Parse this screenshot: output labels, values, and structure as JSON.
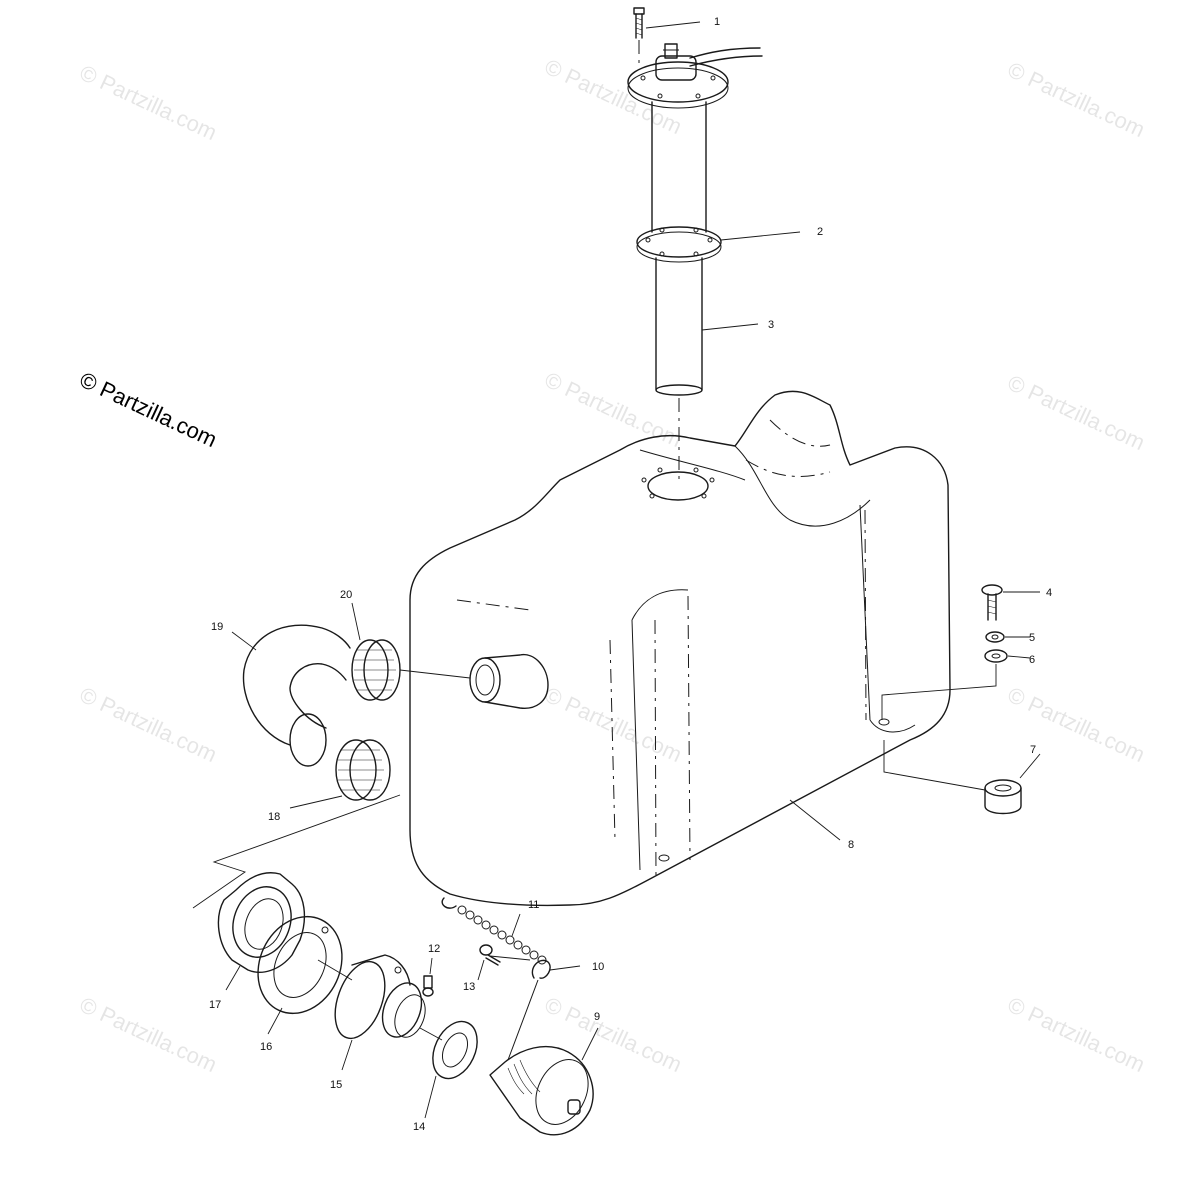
{
  "diagram": {
    "callouts": [
      {
        "id": "1",
        "label": "1"
      },
      {
        "id": "2",
        "label": "2"
      },
      {
        "id": "3",
        "label": "3"
      },
      {
        "id": "4",
        "label": "4"
      },
      {
        "id": "5",
        "label": "5"
      },
      {
        "id": "6",
        "label": "6"
      },
      {
        "id": "7",
        "label": "7"
      },
      {
        "id": "8",
        "label": "8"
      },
      {
        "id": "9",
        "label": "9"
      },
      {
        "id": "10",
        "label": "10"
      },
      {
        "id": "11",
        "label": "11"
      },
      {
        "id": "12",
        "label": "12"
      },
      {
        "id": "13",
        "label": "13"
      },
      {
        "id": "14",
        "label": "14"
      },
      {
        "id": "15",
        "label": "15"
      },
      {
        "id": "16",
        "label": "16"
      },
      {
        "id": "17",
        "label": "17"
      },
      {
        "id": "18",
        "label": "18"
      },
      {
        "id": "19",
        "label": "19"
      },
      {
        "id": "20",
        "label": "20"
      }
    ],
    "watermark_text": "© Partzilla.com"
  }
}
